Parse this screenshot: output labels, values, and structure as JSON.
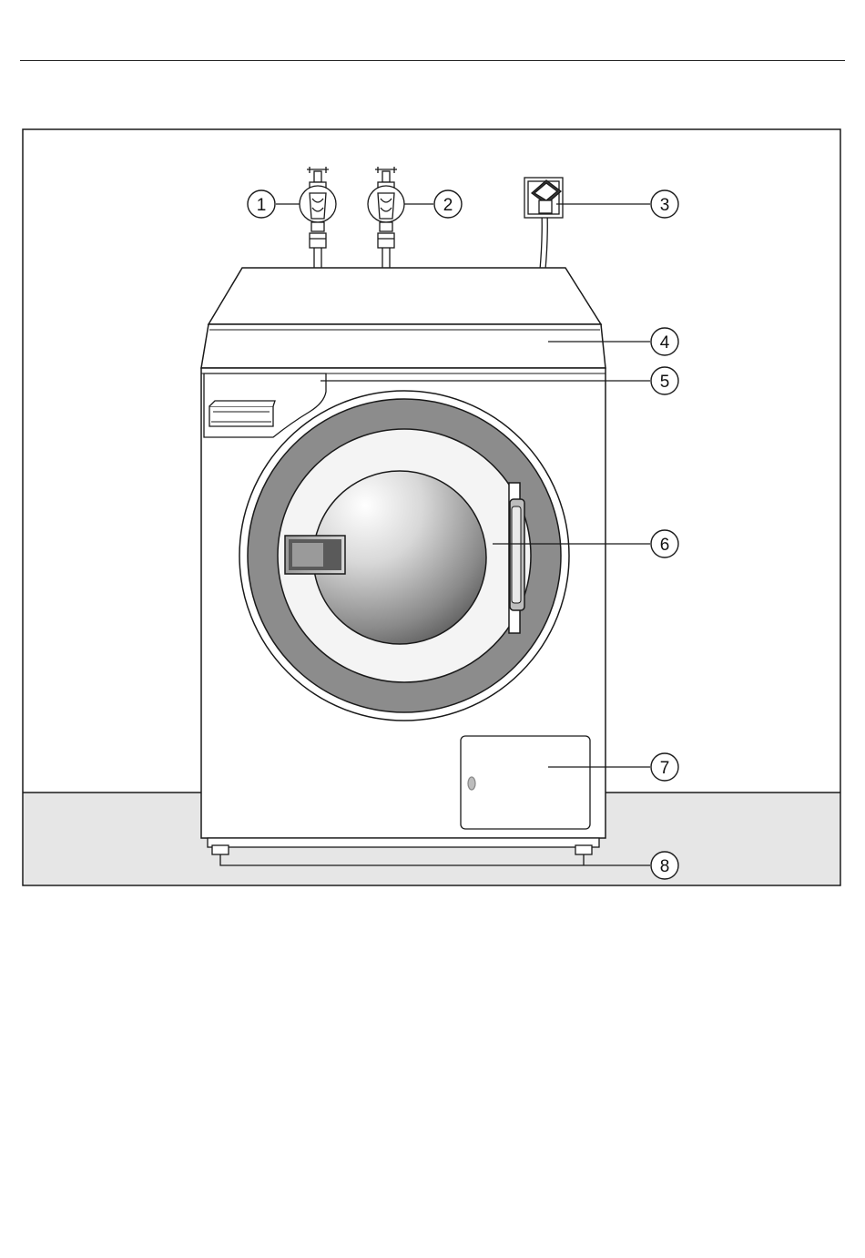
{
  "figure": {
    "callouts": [
      {
        "id": "1",
        "label": "1",
        "part": "cold-water-tap"
      },
      {
        "id": "2",
        "label": "2",
        "part": "hot-water-tap"
      },
      {
        "id": "3",
        "label": "3",
        "part": "power-socket"
      },
      {
        "id": "4",
        "label": "4",
        "part": "lid"
      },
      {
        "id": "5",
        "label": "5",
        "part": "control-panel"
      },
      {
        "id": "6",
        "label": "6",
        "part": "door"
      },
      {
        "id": "7",
        "label": "7",
        "part": "service-flap"
      },
      {
        "id": "8",
        "label": "8",
        "part": "feet"
      }
    ],
    "colors": {
      "line": "#1a1a1a",
      "floor": "#e6e6e6",
      "door_ring": "#8c8c8c",
      "glass_dark": "#5a5a5a",
      "glass_light": "#ffffff"
    }
  }
}
